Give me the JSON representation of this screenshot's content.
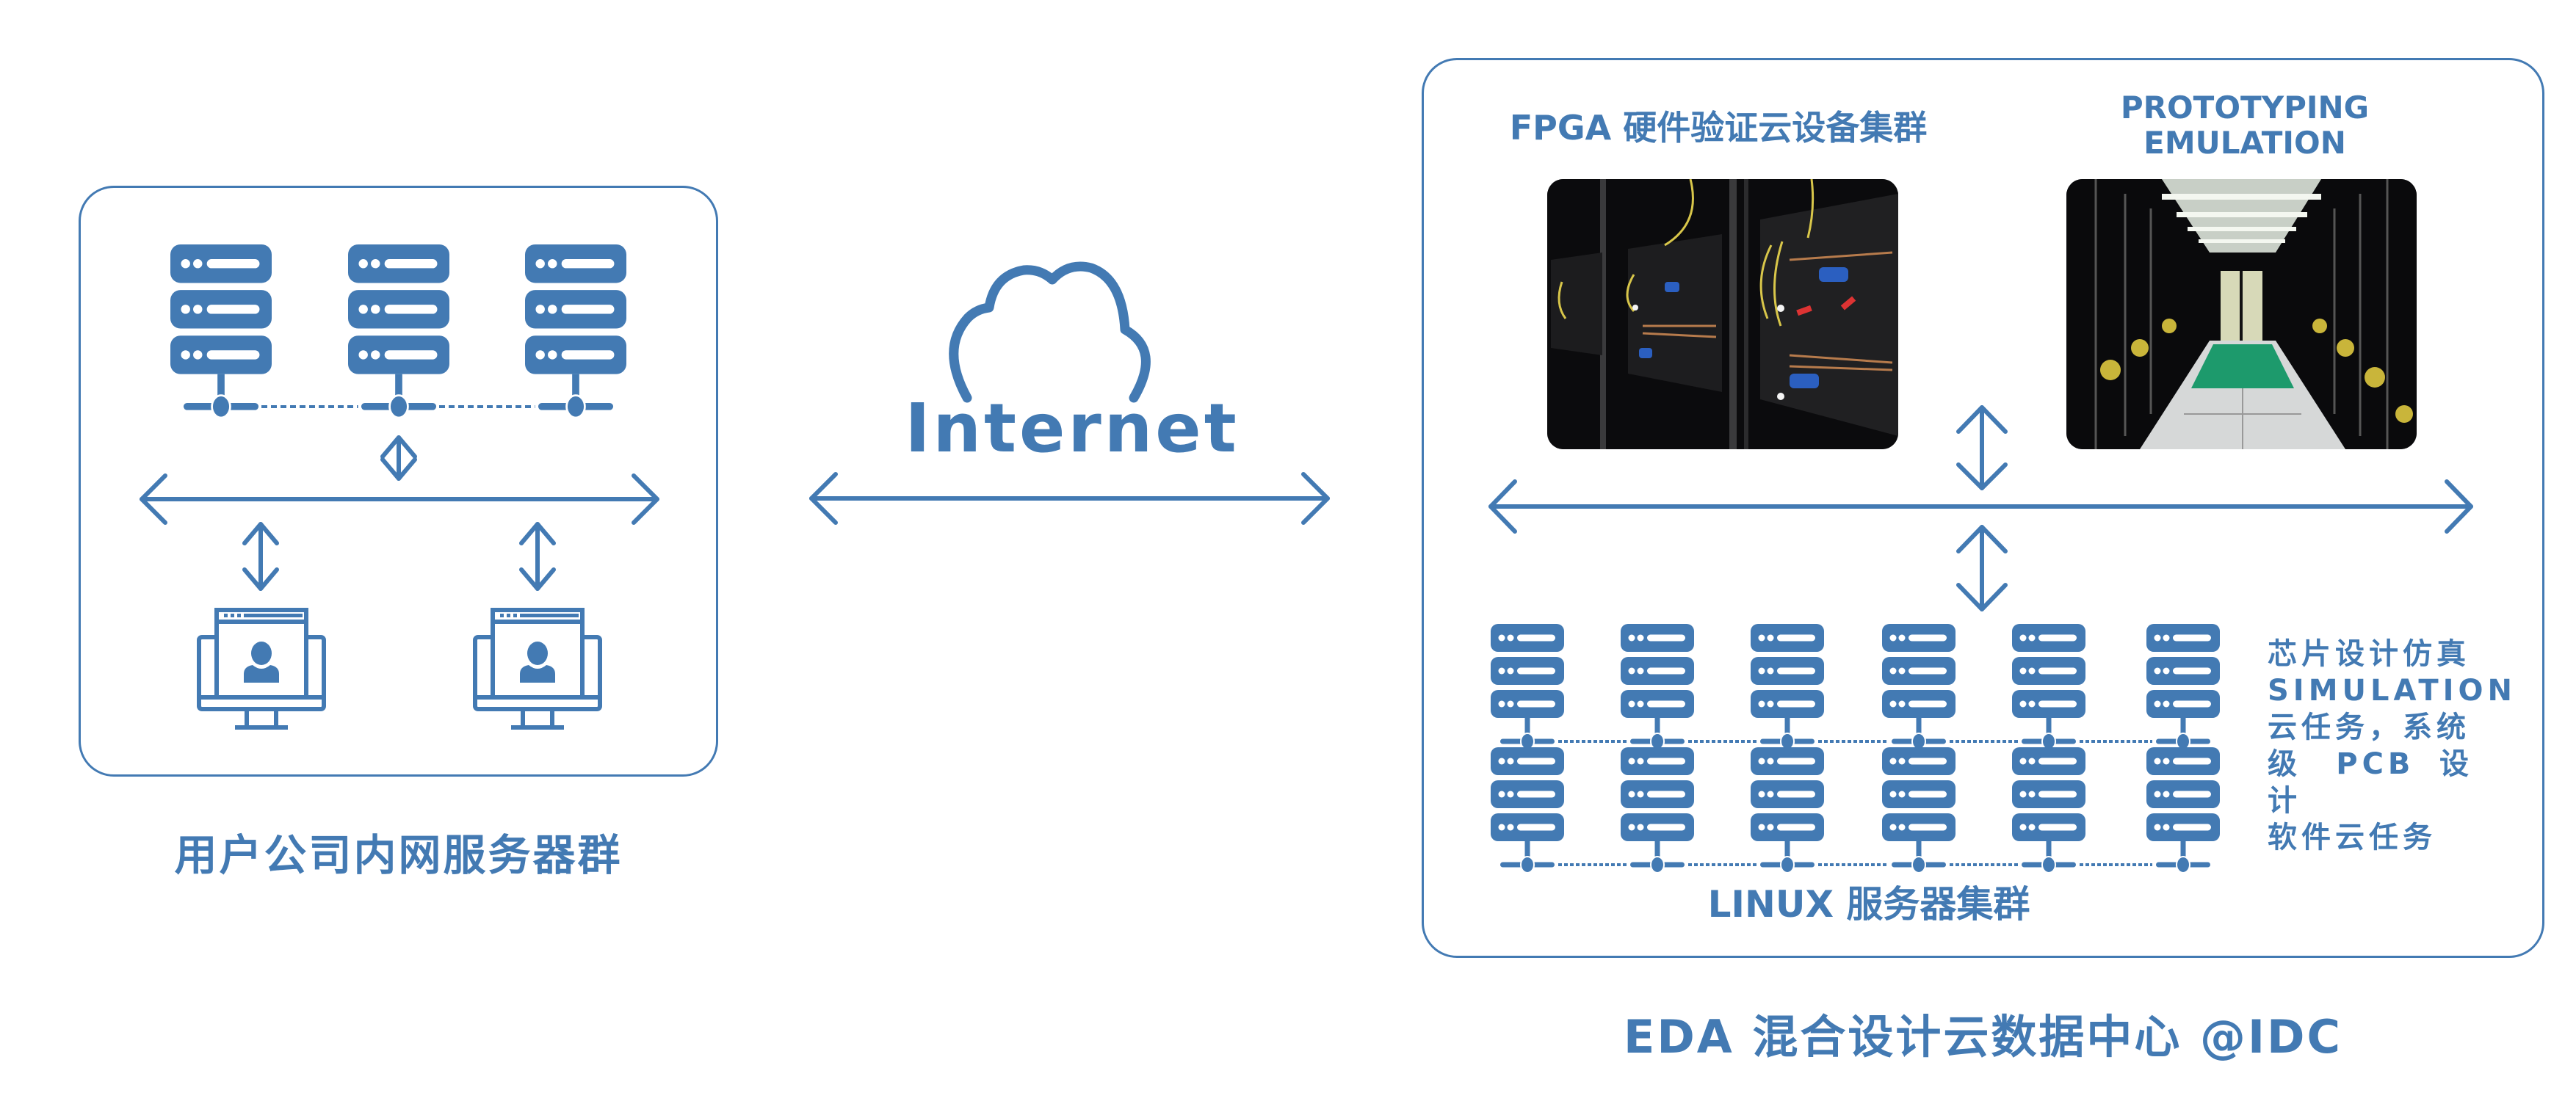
{
  "colors": {
    "primary": "#437ab3",
    "background": "#ffffff"
  },
  "left_panel": {
    "title": "用户公司内网服务器群",
    "servers": [
      {
        "icon": "server-rack-icon"
      },
      {
        "icon": "server-rack-icon"
      },
      {
        "icon": "server-rack-icon"
      }
    ],
    "clients": [
      {
        "icon": "user-monitor-icon"
      },
      {
        "icon": "user-monitor-icon"
      }
    ]
  },
  "internet": {
    "icon": "cloud-icon",
    "label": "Internet"
  },
  "right_panel": {
    "title": "EDA 混合设计云数据中心 @IDC",
    "fpga_caption": "FPGA 硬件验证云设备集群",
    "prototyping_caption_line1": "PROTOTYPING",
    "prototyping_caption_line2": "EMULATION",
    "photos": [
      {
        "name": "fpga-rack-photo",
        "subject": "FPGA hardware racks with cabling"
      },
      {
        "name": "datacenter-aisle-photo",
        "subject": "Data center server aisle"
      }
    ],
    "server_grid": {
      "rows": 2,
      "cols": 6,
      "icon": "server-rack-icon"
    },
    "linux_caption": "LINUX 服务器集群",
    "side_description": [
      "芯片设计仿真",
      "SIMULATION",
      "云任务，系统",
      "级 PCB 设计",
      "软件云任务"
    ]
  }
}
